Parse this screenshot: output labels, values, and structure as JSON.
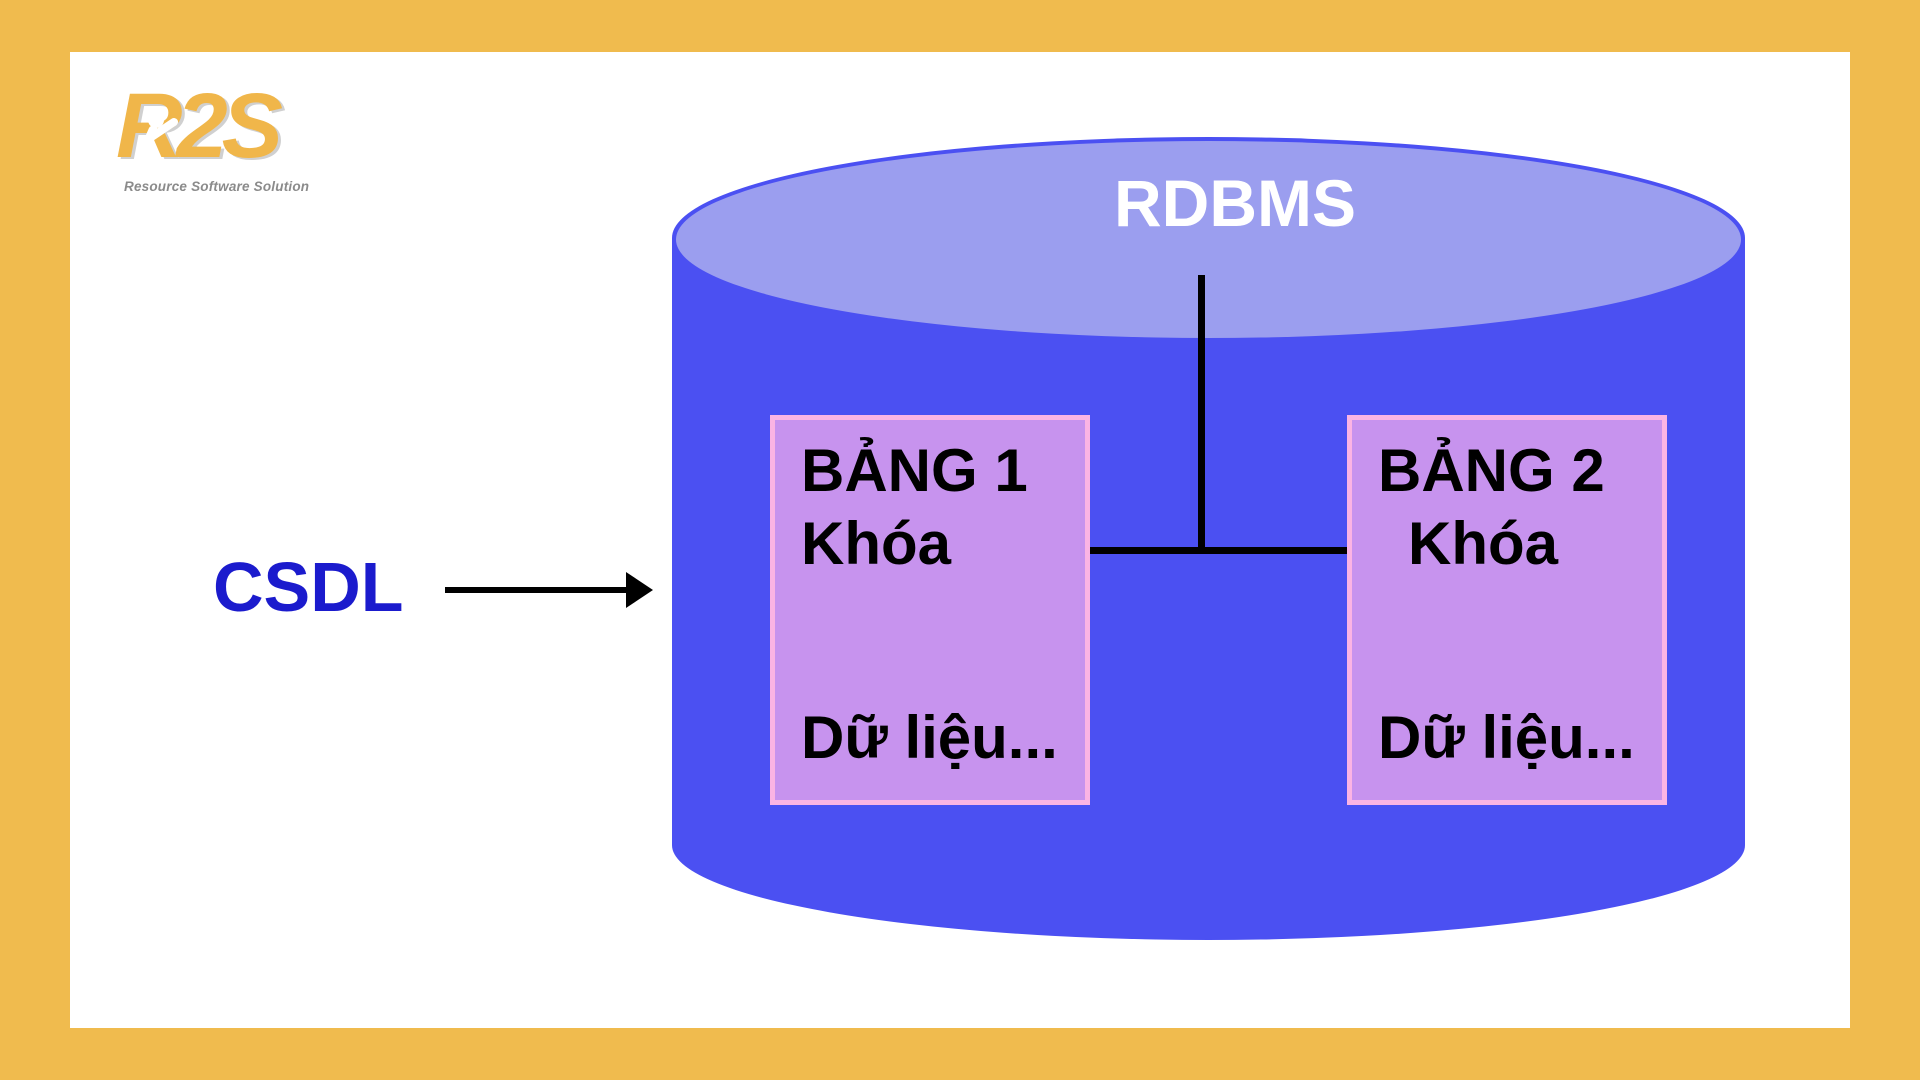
{
  "page": {
    "background": "#F0BB4E",
    "slide_background": "#FFFFFF"
  },
  "logo": {
    "text": "R2S",
    "tagline": "Resource Software Solution"
  },
  "diagram": {
    "external_label": "CSDL",
    "cylinder_label": "RDBMS",
    "tables": [
      {
        "title": "BẢNG 1",
        "key": "Khóa",
        "data": "Dữ liệu..."
      },
      {
        "title": "BẢNG 2",
        "key": "Khóa",
        "data": "Dữ liệu..."
      }
    ]
  },
  "colors": {
    "orange": "#F0BB4E",
    "slide-bg": "#FFFFFF",
    "body-blue": "#4B50F2",
    "lavender": "#9B9EEF",
    "box-fill": "#C793EE",
    "box-border": "#FBB4E4",
    "csdl-blue": "#1B1BCD",
    "logo-gold": "#F0B64A",
    "tagline-gray": "#8B8B8B",
    "line-black": "#000000"
  }
}
